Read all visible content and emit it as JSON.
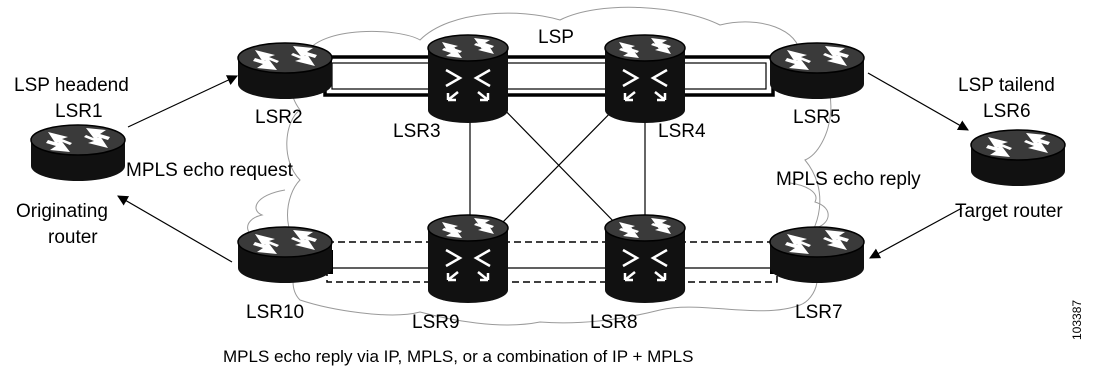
{
  "labels": {
    "lsp": "LSP",
    "headend": "LSP headend",
    "lsr1": "LSR1",
    "originating_line1": "Originating",
    "originating_line2": "router",
    "lsr2": "LSR2",
    "lsr3": "LSR3",
    "lsr4": "LSR4",
    "lsr5": "LSR5",
    "tailend": "LSP tailend",
    "lsr6": "LSR6",
    "target": "Target router",
    "lsr7": "LSR7",
    "lsr8": "LSR8",
    "lsr9": "LSR9",
    "lsr10": "LSR10",
    "echo_request": "MPLS echo request",
    "echo_reply": "MPLS echo reply"
  },
  "caption": "MPLS echo reply via IP, MPLS, or a combination of IP + MPLS",
  "figure_id": "103387",
  "devices": [
    {
      "id": "lsr1",
      "kind": "router"
    },
    {
      "id": "lsr2",
      "kind": "router"
    },
    {
      "id": "lsr3",
      "kind": "switch"
    },
    {
      "id": "lsr4",
      "kind": "switch"
    },
    {
      "id": "lsr5",
      "kind": "router"
    },
    {
      "id": "lsr6",
      "kind": "router"
    },
    {
      "id": "lsr7",
      "kind": "router"
    },
    {
      "id": "lsr8",
      "kind": "switch"
    },
    {
      "id": "lsr9",
      "kind": "switch"
    },
    {
      "id": "lsr10",
      "kind": "router"
    }
  ],
  "colors": {
    "device_top": "#3a3a3a",
    "device_side": "#111111",
    "line": "#000000",
    "cloud": "#7a7a7a"
  }
}
